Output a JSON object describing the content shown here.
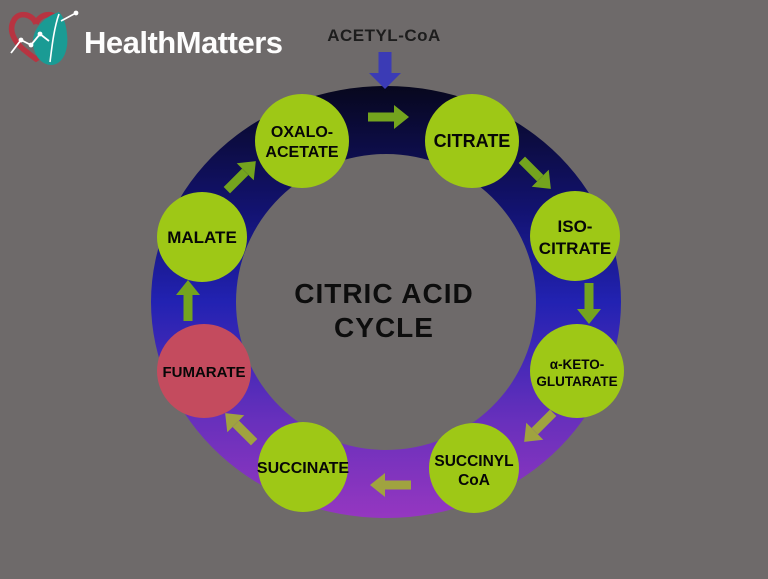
{
  "header": {
    "brand": "HealthMatters"
  },
  "diagram": {
    "input": {
      "label": "ACETYL-CoA"
    },
    "title": {
      "line1": "CITRIC ACID",
      "line2": "CYCLE"
    },
    "nodes": {
      "citrate": {
        "line1": "CITRATE"
      },
      "isocitrate": {
        "line1": "ISO-",
        "line2": "CITRATE"
      },
      "ketoglutarate": {
        "line1": "α-KETO-",
        "line2": "GLUTARATE"
      },
      "succinyl": {
        "line1": "SUCCINYL",
        "line2": "CoA"
      },
      "succinate": {
        "line1": "SUCCINATE"
      },
      "fumarate": {
        "line1": "FUMARATE"
      },
      "malate": {
        "line1": "MALATE"
      },
      "oxaloacetate": {
        "line1": "OXALO-",
        "line2": "ACETATE"
      }
    }
  },
  "colors": {
    "background": "#6e6a6a",
    "node_green": "#9ec816",
    "node_red": "#c44b5e",
    "arrow_green": "#74a41e",
    "arrow_olive": "#a0a33f",
    "arrow_blue": "#3b3bb5",
    "ring_top": "#07071d",
    "ring_upper": "#12126e",
    "ring_mid": "#2222b2",
    "ring_lower": "#6930bc",
    "ring_bottom": "#9537c0",
    "brand_teal": "#1a9b94",
    "brand_red": "#b73441",
    "brand_white": "#ffffff"
  }
}
